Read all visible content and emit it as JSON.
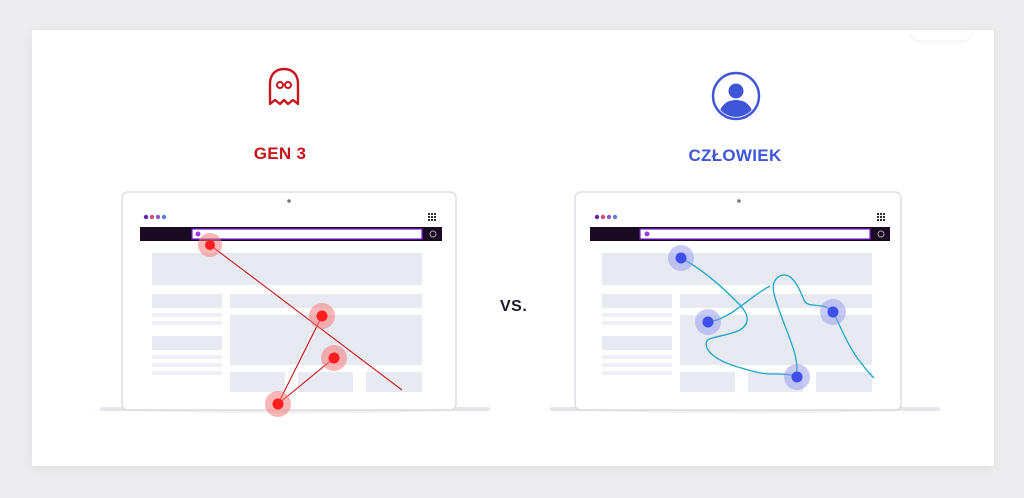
{
  "left_panel": {
    "title": "GEN 3",
    "icon": "ghost-icon",
    "color": "#c8151d",
    "dot_color": "#ff1e1e",
    "halo_color": "#f47a7a",
    "path": "straight-lines"
  },
  "right_panel": {
    "title": "CZŁOWIEK",
    "icon": "person-avatar-icon",
    "color": "#3f56d8",
    "dot_color": "#3d4fe8",
    "halo_color": "#8f98ec",
    "path": "curved-line",
    "curve_color": "#1fa6c9"
  },
  "separator": {
    "label": "VS."
  },
  "laptop": {
    "browser_dots": [
      "#5b2aa8",
      "#d04a7a",
      "#8a5cc0",
      "#5b7fd8"
    ],
    "frame_color": "#2a0a3e",
    "address_bar_accent": "#7b1fd8",
    "placeholder_color": "#e8eaf2"
  }
}
